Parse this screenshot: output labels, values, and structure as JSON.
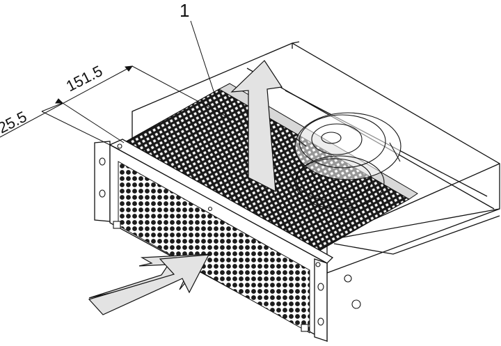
{
  "callouts": [
    {
      "number": "1"
    }
  ],
  "dimensions": {
    "depth": "151.5",
    "offset": "25.5"
  },
  "colors": {
    "line": "#111111",
    "arrow_fill": "#e3e3e3",
    "grille": "#1c1c1c",
    "panel_face": "#ffffff"
  }
}
